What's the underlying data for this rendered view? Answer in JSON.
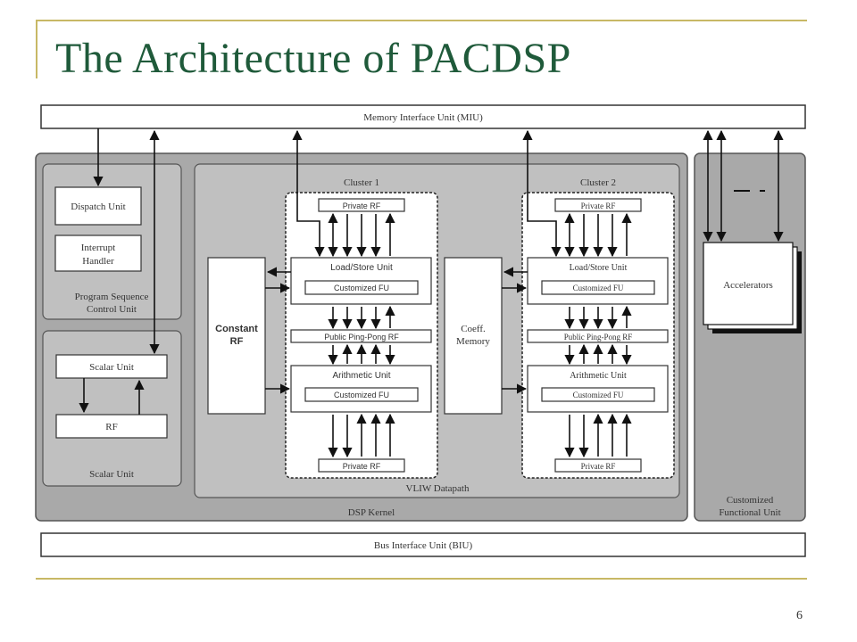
{
  "slide": {
    "title": "The Architecture of PACDSP",
    "number": "6"
  },
  "diagram": {
    "miu": "Memory Interface Unit (MIU)",
    "biu": "Bus Interface Unit (BIU)",
    "dsp_kernel": "DSP Kernel",
    "vliw_datapath": "VLIW Datapath",
    "program_sequence": {
      "line1": "Program Sequence",
      "line2": "Control Unit"
    },
    "dispatch_unit": "Dispatch Unit",
    "interrupt_handler": {
      "line1": "Interrupt",
      "line2": "Handler"
    },
    "scalar_unit_box": "Scalar Unit",
    "rf": "RF",
    "scalar_unit_label": "Scalar Unit",
    "constant_rf": {
      "line1": "Constant",
      "line2": "RF"
    },
    "coeff_memory": {
      "line1": "Coeff.",
      "line2": "Memory"
    },
    "cluster1": {
      "label": "Cluster 1",
      "private_rf_top": "Private RF",
      "load_store": "Load/Store Unit",
      "customized_fu_1": "Customized FU",
      "ping_pong": "Public Ping-Pong RF",
      "arithmetic": "Arithmetic Unit",
      "customized_fu_2": "Customized FU",
      "private_rf_bottom": "Private RF"
    },
    "cluster2": {
      "label": "Cluster 2",
      "private_rf_top": "Private RF",
      "load_store": "Load/Store Unit",
      "customized_fu_1": "Customized FU",
      "ping_pong": "Public Ping-Pong RF",
      "arithmetic": "Arithmetic Unit",
      "customized_fu_2": "Customized FU",
      "private_rf_bottom": "Private RF"
    },
    "accelerators": "Accelerators",
    "customized_functional_unit": {
      "line1": "Customized",
      "line2": "Functional Unit"
    }
  }
}
